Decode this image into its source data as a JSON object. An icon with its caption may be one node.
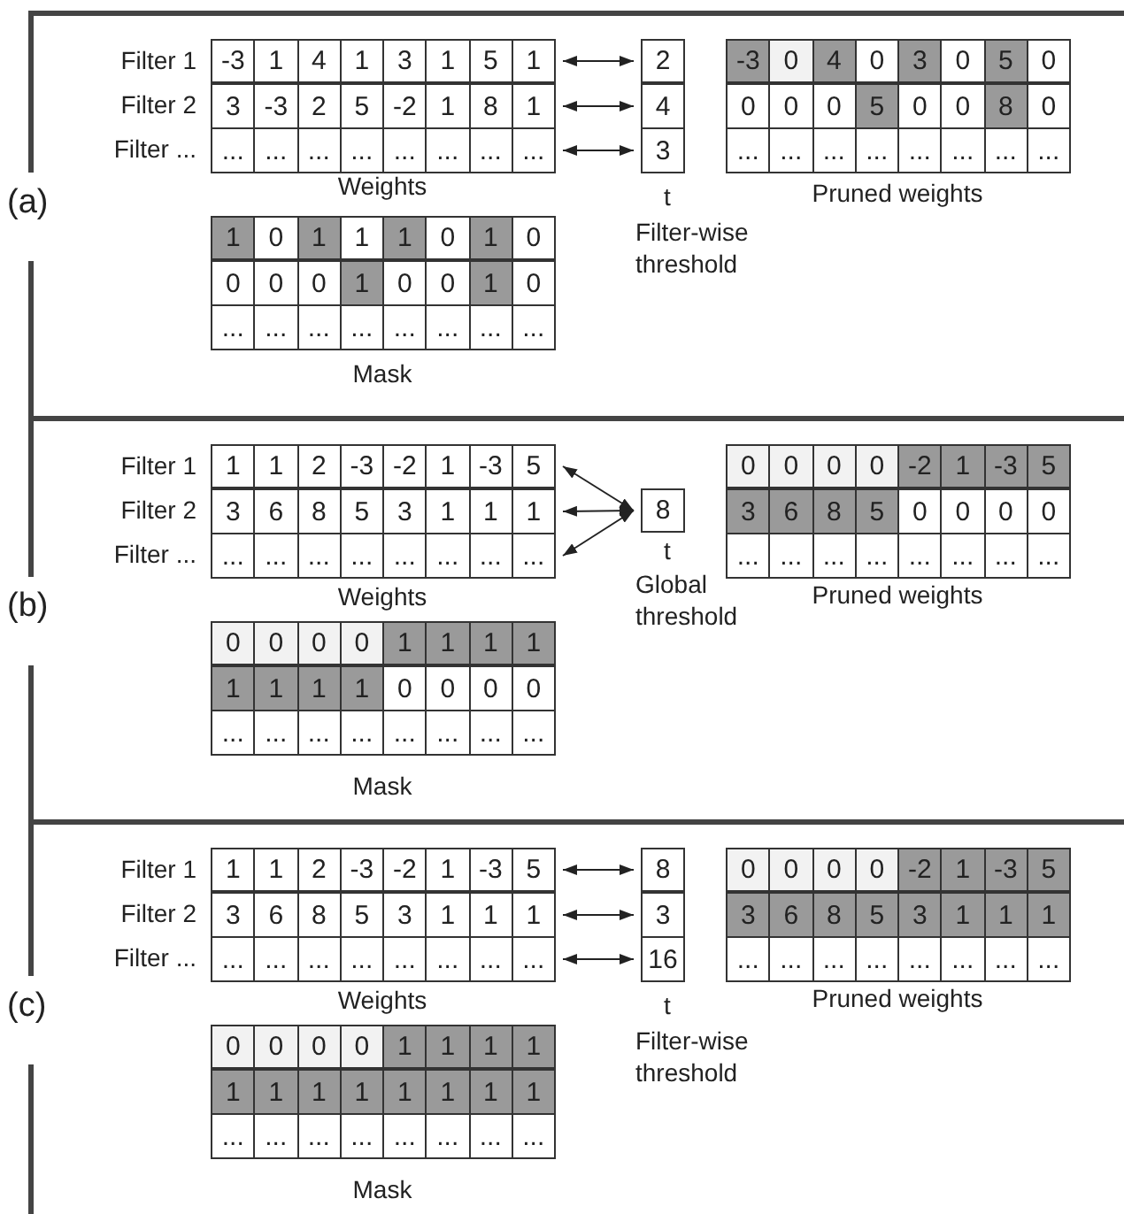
{
  "diagram": {
    "nodes": [
      {
        "text": [
          "(a)"
        ]
      },
      {
        "text": [
          "-3",
          "1",
          "4",
          "1",
          "3",
          "1",
          "5",
          "1"
        ],
        "beside": [
          "Filter 1"
        ],
        "in": 0
      },
      {
        "text": [
          "3",
          "-3",
          "2",
          "5",
          "-2",
          "1",
          "8",
          "1"
        ],
        "beside": [
          "Filter 2"
        ],
        "in": 0
      },
      {
        "text": [
          "...",
          "...",
          "...",
          "...",
          "...",
          "...",
          "...",
          "..."
        ],
        "beside": [
          "Filter ..."
        ],
        "in": 0
      },
      {
        "text": [
          "2"
        ],
        "in": 0
      },
      {
        "text": [
          "4"
        ],
        "in": 0
      },
      {
        "text": [
          "3"
        ],
        "in": 0
      },
      {
        "text": [
          "-3",
          "0",
          "4",
          "0",
          "3",
          "0",
          "5",
          "0"
        ],
        "in": 0
      },
      {
        "text": [
          "0",
          "0",
          "0",
          "5",
          "0",
          "0",
          "8",
          "0"
        ],
        "in": 0
      },
      {
        "text": [
          "...",
          "...",
          "...",
          "...",
          "...",
          "...",
          "...",
          "..."
        ],
        "in": 0
      },
      {
        "text": [
          "1",
          "0",
          "1",
          "1",
          "1",
          "0",
          "1",
          "0"
        ],
        "in": 0
      },
      {
        "text": [
          "0",
          "0",
          "0",
          "1",
          "0",
          "0",
          "1",
          "0"
        ],
        "in": 0
      },
      {
        "text": [
          "...",
          "...",
          "...",
          "...",
          "...",
          "...",
          "...",
          "..."
        ],
        "in": 0
      },
      {
        "text": [
          "(b)"
        ]
      },
      {
        "text": [
          "1",
          "1",
          "2",
          "-3",
          "-2",
          "1",
          "-3",
          "5"
        ],
        "beside": [
          "Filter 1"
        ],
        "in": 13
      },
      {
        "text": [
          "3",
          "6",
          "8",
          "5",
          "3",
          "1",
          "1",
          "1"
        ],
        "beside": [
          "Filter 2"
        ],
        "in": 13
      },
      {
        "text": [
          "...",
          "...",
          "...",
          "...",
          "...",
          "...",
          "...",
          "..."
        ],
        "beside": [
          "Filter ..."
        ],
        "in": 13
      },
      {
        "text": [
          "8"
        ],
        "in": 13
      },
      {
        "text": [
          "0",
          "0",
          "0",
          "0",
          "-2",
          "1",
          "-3",
          "5"
        ],
        "in": 13
      },
      {
        "text": [
          "3",
          "6",
          "8",
          "5",
          "0",
          "0",
          "0",
          "0"
        ],
        "in": 13
      },
      {
        "text": [
          "...",
          "...",
          "...",
          "...",
          "...",
          "...",
          "...",
          "..."
        ],
        "in": 13
      },
      {
        "text": [
          "0",
          "0",
          "0",
          "0",
          "1",
          "1",
          "1",
          "1"
        ],
        "in": 13
      },
      {
        "text": [
          "1",
          "1",
          "1",
          "1",
          "0",
          "0",
          "0",
          "0"
        ],
        "in": 13
      },
      {
        "text": [
          "...",
          "...",
          "...",
          "...",
          "...",
          "...",
          "...",
          "..."
        ],
        "in": 13
      },
      {
        "text": [
          "(c)"
        ]
      },
      {
        "text": [
          "1",
          "1",
          "2",
          "-3",
          "-2",
          "1",
          "-3",
          "5"
        ],
        "beside": [
          "Filter 1"
        ],
        "in": 24
      },
      {
        "text": [
          "3",
          "6",
          "8",
          "5",
          "3",
          "1",
          "1",
          "1"
        ],
        "beside": [
          "Filter 2"
        ],
        "in": 24
      },
      {
        "text": [
          "...",
          "...",
          "...",
          "...",
          "...",
          "...",
          "...",
          "..."
        ],
        "beside": [
          "Filter ..."
        ],
        "in": 24
      },
      {
        "text": [
          "8"
        ],
        "in": 24
      },
      {
        "text": [
          "3"
        ],
        "in": 24
      },
      {
        "text": [
          "16"
        ],
        "in": 24
      },
      {
        "text": [
          "0",
          "0",
          "0",
          "0",
          "-2",
          "1",
          "-3",
          "5"
        ],
        "in": 24
      },
      {
        "text": [
          "3",
          "6",
          "8",
          "5",
          "3",
          "1",
          "1",
          "1"
        ],
        "in": 24
      },
      {
        "text": [
          "...",
          "...",
          "...",
          "...",
          "...",
          "...",
          "...",
          "..."
        ],
        "in": 24
      },
      {
        "text": [
          "0",
          "0",
          "0",
          "0",
          "1",
          "1",
          "1",
          "1"
        ],
        "in": 24
      },
      {
        "text": [
          "1",
          "1",
          "1",
          "1",
          "1",
          "1",
          "1",
          "1"
        ],
        "in": 24
      },
      {
        "text": [
          "...",
          "...",
          "...",
          "...",
          "...",
          "...",
          "...",
          "..."
        ],
        "in": 24
      }
    ],
    "edges": [
      {
        "from": 1,
        "to": 4,
        "arrow": "both"
      },
      {
        "from": 2,
        "to": 5,
        "arrow": "both"
      },
      {
        "from": 3,
        "to": 6,
        "arrow": "both"
      },
      {
        "from": 14,
        "to": 17,
        "arrow": "both"
      },
      {
        "from": 15,
        "to": 17,
        "arrow": "both"
      },
      {
        "from": 16,
        "to": 17,
        "arrow": "both"
      },
      {
        "from": 25,
        "to": 28,
        "arrow": "both"
      },
      {
        "from": 26,
        "to": 29,
        "arrow": "both"
      },
      {
        "from": 27,
        "to": 30,
        "arrow": "both"
      }
    ],
    "labels": [
      "Weights",
      "t",
      "Pruned weights",
      "Filter-wise threshold",
      "Mask",
      "Weights",
      "t",
      "Pruned weights",
      "Global threshold",
      "Mask",
      "Weights",
      "t",
      "Pruned weights",
      "Filter-wise threshold",
      "Mask"
    ]
  }
}
